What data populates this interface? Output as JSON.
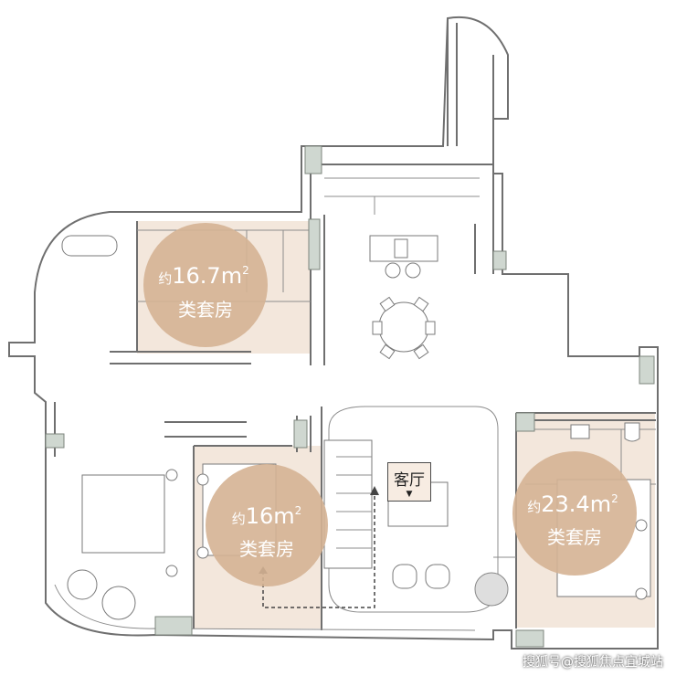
{
  "rooms": [
    {
      "area_prefix": "约",
      "area_value": "16.7m",
      "sup": "2",
      "type": "类套房"
    },
    {
      "area_prefix": "约",
      "area_value": "16m",
      "sup": "2",
      "type": "类套房"
    },
    {
      "area_prefix": "约",
      "area_value": "23.4m",
      "sup": "2",
      "type": "类套房"
    }
  ],
  "living_room": {
    "label": "客厅",
    "marker": "▼"
  },
  "watermark": "搜狐号@搜狐焦点宜城站",
  "colors": {
    "badge": "#d5b393",
    "suite_fill": "#f3e7dc",
    "wall": "#6f6f6f",
    "green": "#cfd7d0"
  }
}
